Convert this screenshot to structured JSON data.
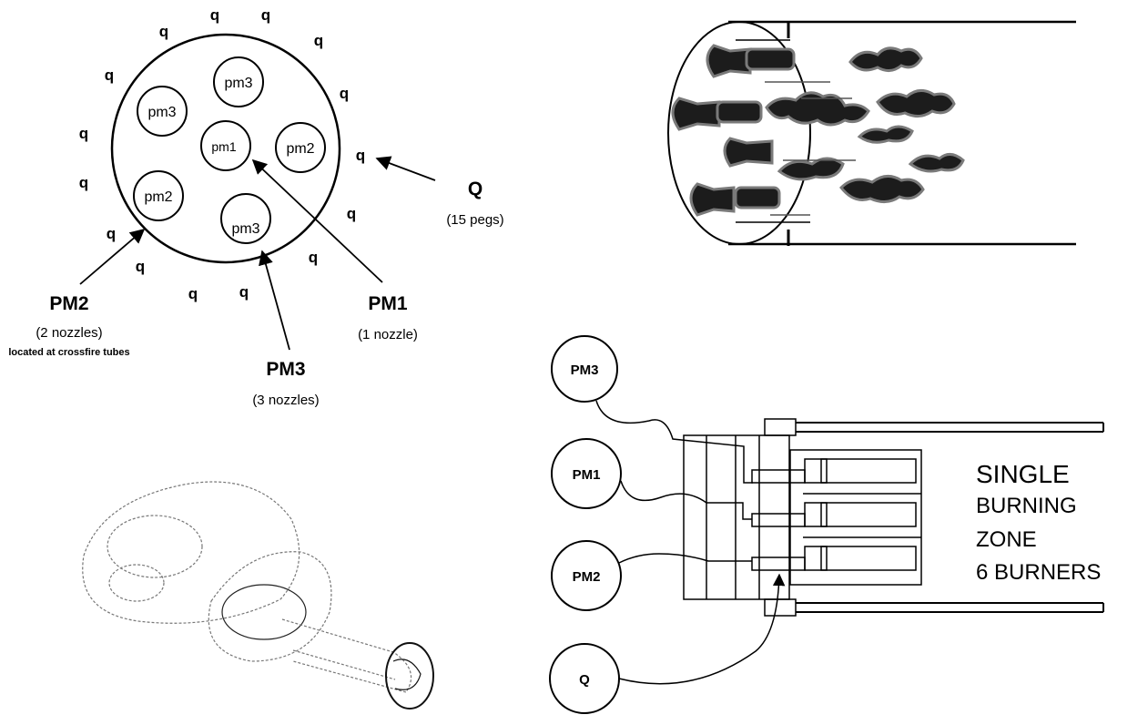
{
  "nozzle_layout": {
    "peg_label": "q",
    "inner_nozzles": [
      "pm3",
      "pm3",
      "pm1",
      "pm2",
      "pm2",
      "pm3"
    ],
    "callouts": {
      "q": {
        "title": "Q",
        "sub": "(15  pegs)"
      },
      "pm1": {
        "title": "PM1",
        "sub": "(1 nozzle)"
      },
      "pm2": {
        "title": "PM2",
        "sub": "(2 nozzles)",
        "note": "located at crossfire tubes"
      },
      "pm3": {
        "title": "PM3",
        "sub": "(3 nozzles)"
      }
    }
  },
  "fuel_schematic": {
    "circuits": [
      "PM3",
      "PM1",
      "PM2",
      "Q"
    ],
    "zone_text": [
      "SINGLE",
      "BURNING",
      "ZONE",
      "6 BURNERS"
    ]
  },
  "colors": {
    "ink": "#000000",
    "background": "#ffffff",
    "gray": "#777777"
  }
}
